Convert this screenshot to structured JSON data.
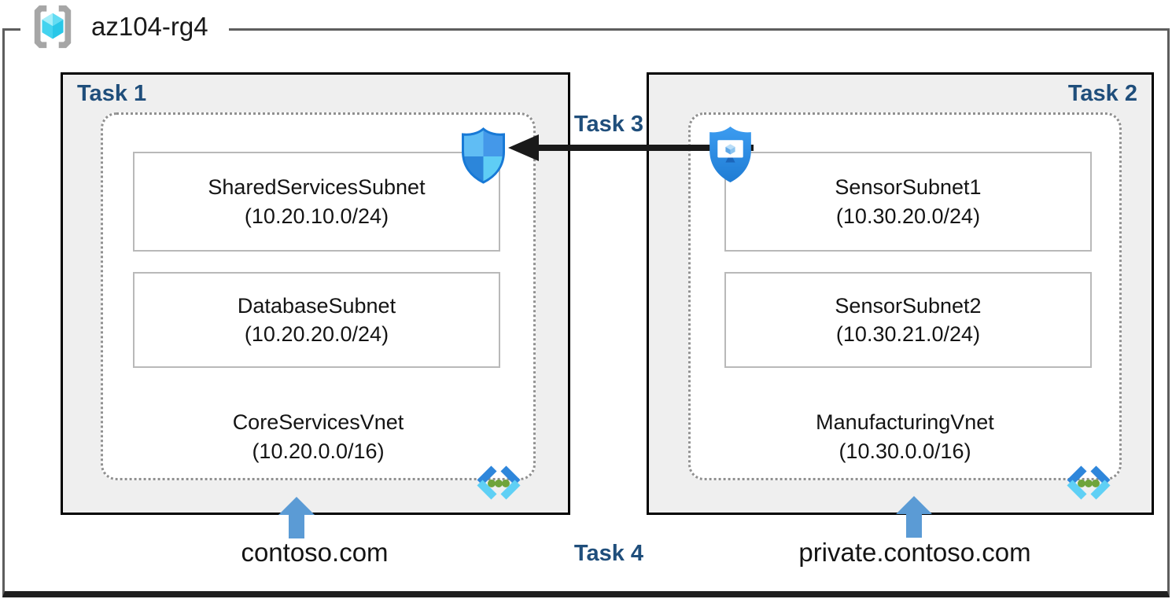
{
  "resource_group": {
    "name": "az104-rg4"
  },
  "labels": {
    "task1": "Task 1",
    "task2": "Task 2",
    "task3": "Task 3",
    "task4": "Task 4"
  },
  "left_vnet": {
    "name": "CoreServicesVnet",
    "cidr": "(10.20.0.0/16)",
    "dns_zone": "contoso.com",
    "subnets": [
      {
        "name": "SharedServicesSubnet",
        "cidr": "(10.20.10.0/24)"
      },
      {
        "name": "DatabaseSubnet",
        "cidr": "(10.20.20.0/24)"
      }
    ]
  },
  "right_vnet": {
    "name": "ManufacturingVnet",
    "cidr": "(10.30.0.0/16)",
    "dns_zone": "private.contoso.com",
    "subnets": [
      {
        "name": "SensorSubnet1",
        "cidr": "(10.30.20.0/24)"
      },
      {
        "name": "SensorSubnet2",
        "cidr": "(10.30.21.0/24)"
      }
    ]
  },
  "icons": {
    "resource_group": "resource-group-icon",
    "left_shield": "network-security-group-icon",
    "right_shield": "bastion-icon",
    "vnet": "virtual-network-icon",
    "dns_arrows": "up-arrow-icon",
    "peering_arrow": "task3-left-arrow"
  },
  "colors": {
    "task_label": "#1F4E7B",
    "panel_fill": "#EFEFEF",
    "dns_arrow_blue": "#5B9BD5",
    "task3_arrow": "#1A1A1A",
    "vnet_dashed_border": "#909090"
  }
}
